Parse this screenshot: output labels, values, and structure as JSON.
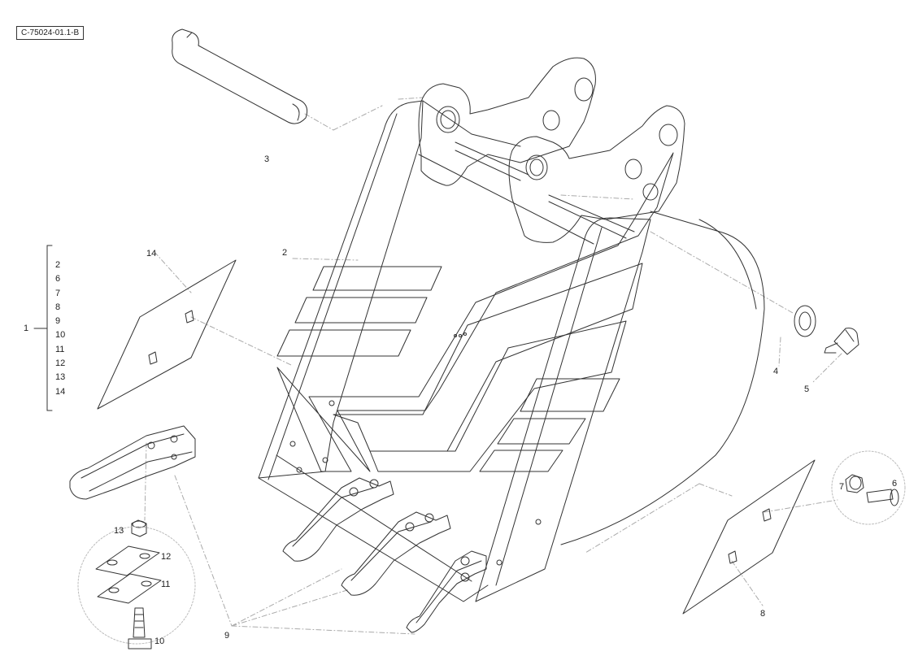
{
  "reference_code": "C-75024-01.1-B",
  "callouts": {
    "pin": "3",
    "bucket_body": "2",
    "kit": "1",
    "side_cutter_left": "14",
    "washer": "4",
    "lock_pin": "5",
    "bolt": "6",
    "nut_small": "7",
    "side_cutter_right": "8",
    "tooth": "9",
    "screw": "10",
    "shim_lower": "11",
    "shim_upper": "12",
    "nut": "13"
  },
  "kit_contents": [
    "2",
    "6",
    "7",
    "8",
    "9",
    "10",
    "11",
    "12",
    "13",
    "14"
  ]
}
